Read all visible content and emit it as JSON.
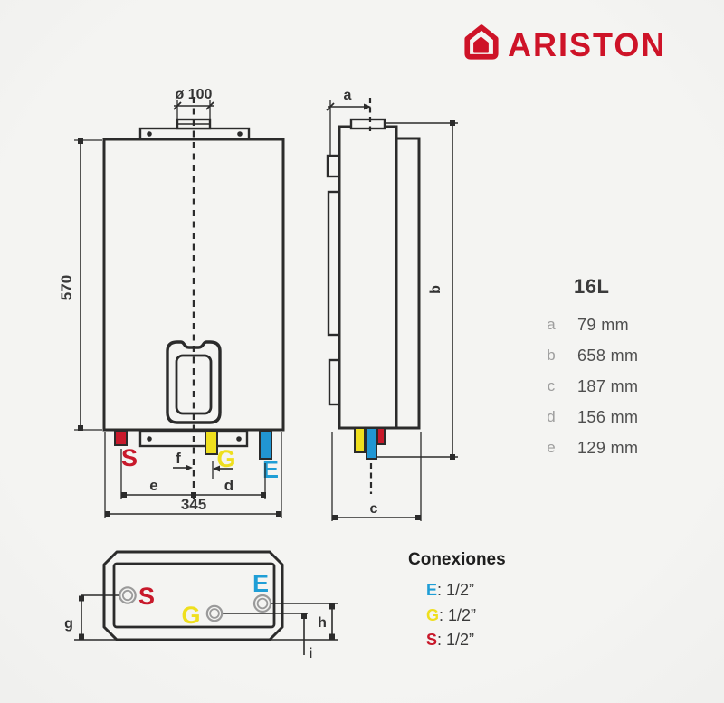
{
  "brand": {
    "name": "ARISTON",
    "color": "#ce1328"
  },
  "front_view": {
    "flue_dim": "ø 100",
    "height_dim": "570",
    "width_dim": "345",
    "dim_e": "e",
    "dim_d": "d",
    "dim_f": "f",
    "conn_s": "S",
    "conn_g": "G",
    "conn_e": "E"
  },
  "side_view": {
    "dim_a": "a",
    "dim_b": "b",
    "dim_c": "c"
  },
  "bottom_view": {
    "conn_s": "S",
    "conn_g": "G",
    "conn_e": "E",
    "dim_g": "g",
    "dim_h": "h",
    "dim_i": "i"
  },
  "spec_table": {
    "model": "16L",
    "rows": [
      {
        "key": "a",
        "value": "79 mm"
      },
      {
        "key": "b",
        "value": "658 mm"
      },
      {
        "key": "c",
        "value": "187 mm"
      },
      {
        "key": "d",
        "value": "156 mm"
      },
      {
        "key": "e",
        "value": "129 mm"
      }
    ]
  },
  "legend": {
    "title": "Conexiones",
    "items": [
      {
        "key": "E",
        "value": ": 1/2”"
      },
      {
        "key": "G",
        "value": ": 1/2”"
      },
      {
        "key": "S",
        "value": ": 1/2”"
      }
    ]
  },
  "colors": {
    "red": "#c8192b",
    "yellow": "#efdf1e",
    "blue": "#2196d3",
    "line": "#2b2b2b",
    "circle": "#9a9a9a"
  }
}
